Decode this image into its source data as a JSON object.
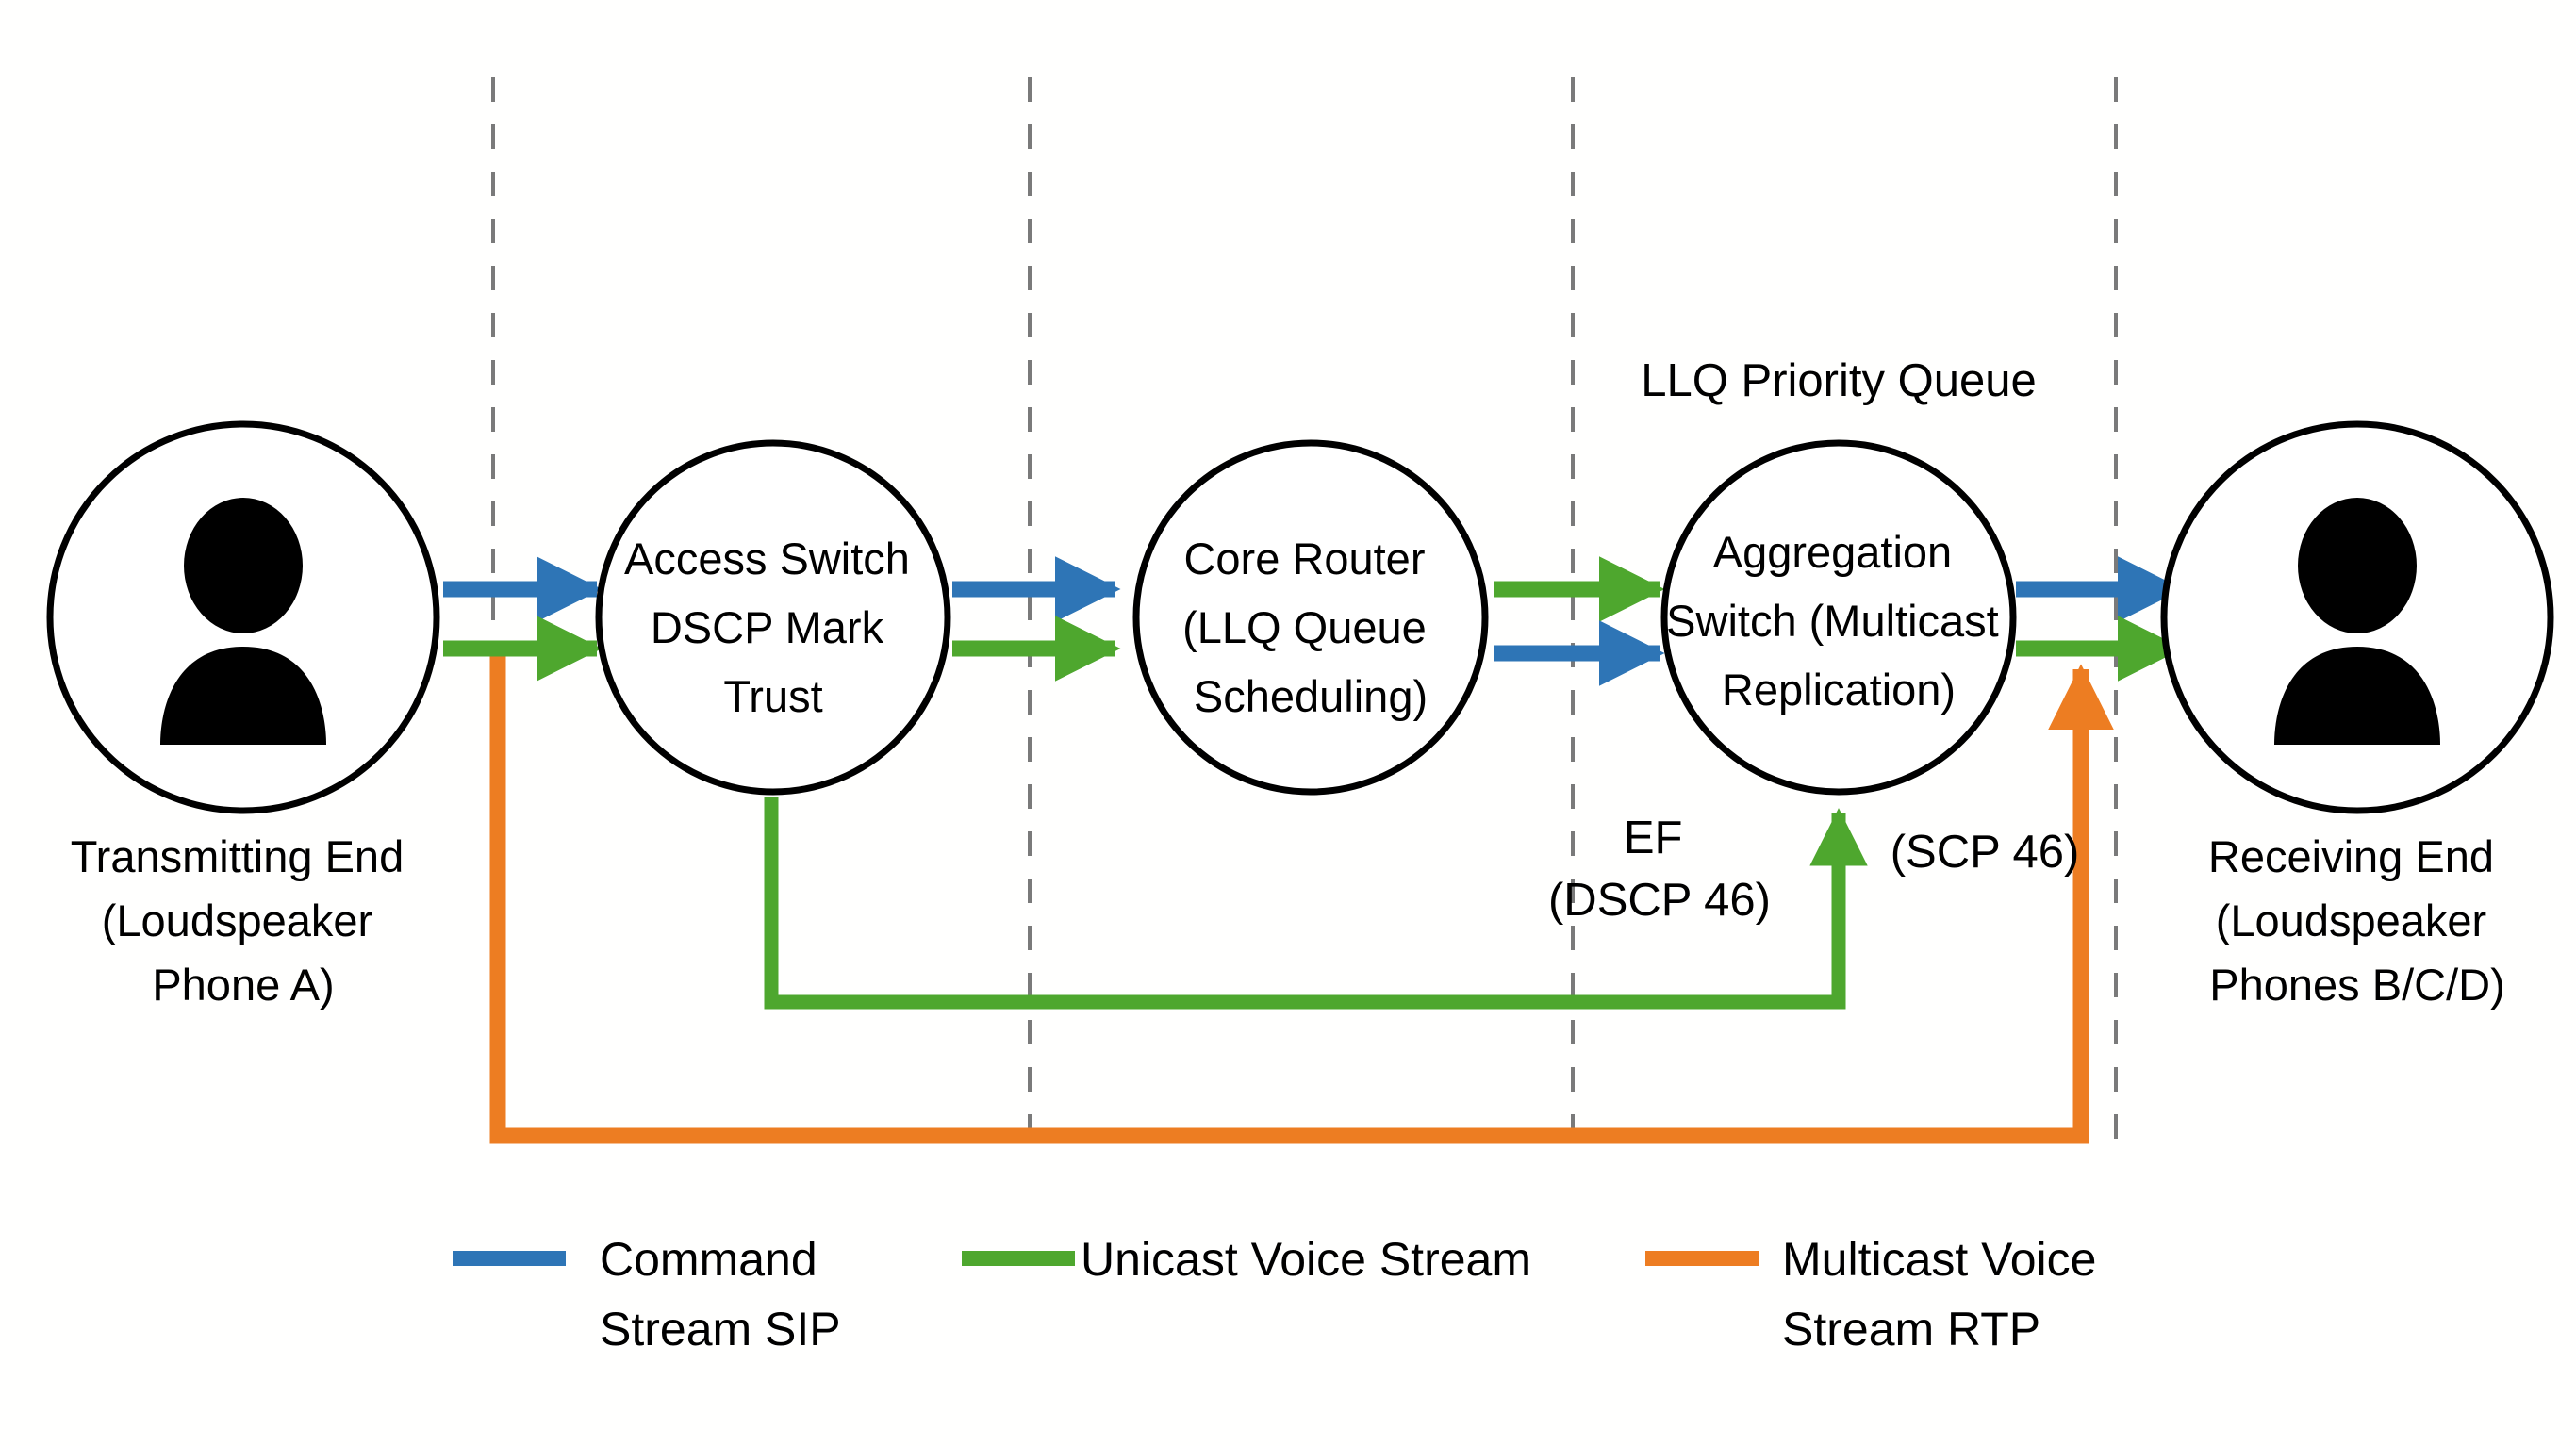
{
  "diagram": {
    "title_annotation": "LLQ Priority Queue",
    "colors": {
      "command_stream": "#2E75B6",
      "unicast_voice": "#4EA72E",
      "multicast_voice": "#ED7D22",
      "node_outline": "#000000",
      "separator": "#7A7A7A",
      "background": "#FFFFFF",
      "text": "#000000"
    },
    "nodes": [
      {
        "id": "transmitting-end",
        "type": "endpoint",
        "icon": "person-icon",
        "label_lines": [
          "Transmitting End",
          "(Loudspeaker",
          "Phone A)"
        ]
      },
      {
        "id": "access-switch",
        "type": "device",
        "label_lines": [
          "Access Switch",
          "DSCP Mark",
          "Trust"
        ]
      },
      {
        "id": "core-router",
        "type": "device",
        "label_lines": [
          "Core Router",
          "(LLQ Queue",
          "Scheduling)"
        ]
      },
      {
        "id": "aggregation-switch",
        "type": "device",
        "label_lines": [
          "Aggregation",
          "Switch (Multicast",
          "Replication)"
        ]
      },
      {
        "id": "receiving-end",
        "type": "endpoint",
        "icon": "person-icon",
        "label_lines": [
          "Receiving End",
          "(Loudspeaker",
          "Phones B/C/D)"
        ]
      }
    ],
    "annotations": [
      {
        "id": "ef-dscp",
        "lines": [
          "EF",
          "(DSCP 46)"
        ]
      },
      {
        "id": "scp-46",
        "lines": [
          "(SCP 46)"
        ]
      }
    ],
    "legend": {
      "items": [
        {
          "id": "legend-command-stream",
          "color": "#2E75B6",
          "lines": [
            "Command",
            "Stream SIP"
          ]
        },
        {
          "id": "legend-unicast-voice",
          "color": "#4EA72E",
          "lines": [
            "Unicast Voice Stream"
          ]
        },
        {
          "id": "legend-multicast-voice",
          "color": "#ED7D22",
          "lines": [
            "Multicast Voice",
            "Stream RTP"
          ]
        }
      ]
    },
    "separator_count": 4
  }
}
